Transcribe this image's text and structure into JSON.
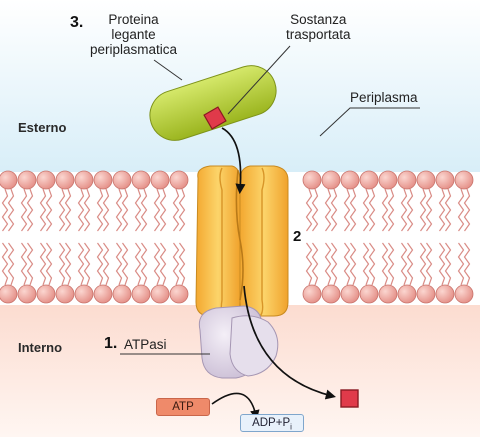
{
  "labels": {
    "number_3": "3.",
    "binding_protein": [
      "Proteina",
      "legante",
      "periplasmatica"
    ],
    "transported_substance": [
      "Sostanza",
      "trasportata"
    ],
    "periplasm": "Periplasma",
    "outside": "Esterno",
    "inside": "Interno",
    "number_2": "2",
    "number_1": "1.",
    "atpase": "ATPasi",
    "atp": "ATP",
    "adp_pi": "ADP+P",
    "adp_pi_sub": "i"
  },
  "colors": {
    "periplasm_top": "#ffffff",
    "periplasm_bottom": "#dff0f8",
    "cytoplasm_top": "#fde3d8",
    "cytoplasm_bottom": "#fff3ee",
    "lipid_head": "#e9a29a",
    "lipid_tail": "#d98c86",
    "transporter": "#f9c24e",
    "transporter_dark": "#e2a12e",
    "binding_protein": "#b7d12b",
    "binding_protein_dark": "#8ea51a",
    "atpase": "#dcd2e3",
    "substance": "#e03a4a",
    "atp_fill": "#ef8a6a",
    "adp_fill": "#e8f1fb"
  }
}
